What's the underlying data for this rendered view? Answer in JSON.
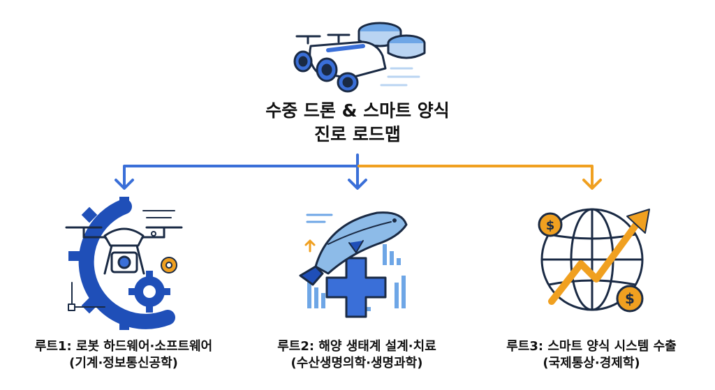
{
  "header": {
    "title_line1": "수중 드론 & 스마트 양식",
    "title_line2": "진로 로드맵"
  },
  "routes": [
    {
      "title": "루트1: 로봇 하드웨어·소프트웨어",
      "subtitle": "(기계·정보통신공학)",
      "icon": "drone-gear-icon",
      "arrow_color": "#3a6fd8"
    },
    {
      "title": "루트2: 해양 생태계 설계·치료",
      "subtitle": "(수산생명의학·생명과학)",
      "icon": "fish-medical-cross-icon",
      "arrow_color": "#3a6fd8"
    },
    {
      "title": "루트3: 스마트 양식 시스템 수출",
      "subtitle": "(국제통상·경제학)",
      "icon": "globe-growth-dollar-icon",
      "arrow_color": "#f0a020"
    }
  ],
  "colors": {
    "blue": "#3a6fd8",
    "dark_blue": "#1f4fb8",
    "orange": "#f0a020",
    "navy": "#1a2a44"
  }
}
